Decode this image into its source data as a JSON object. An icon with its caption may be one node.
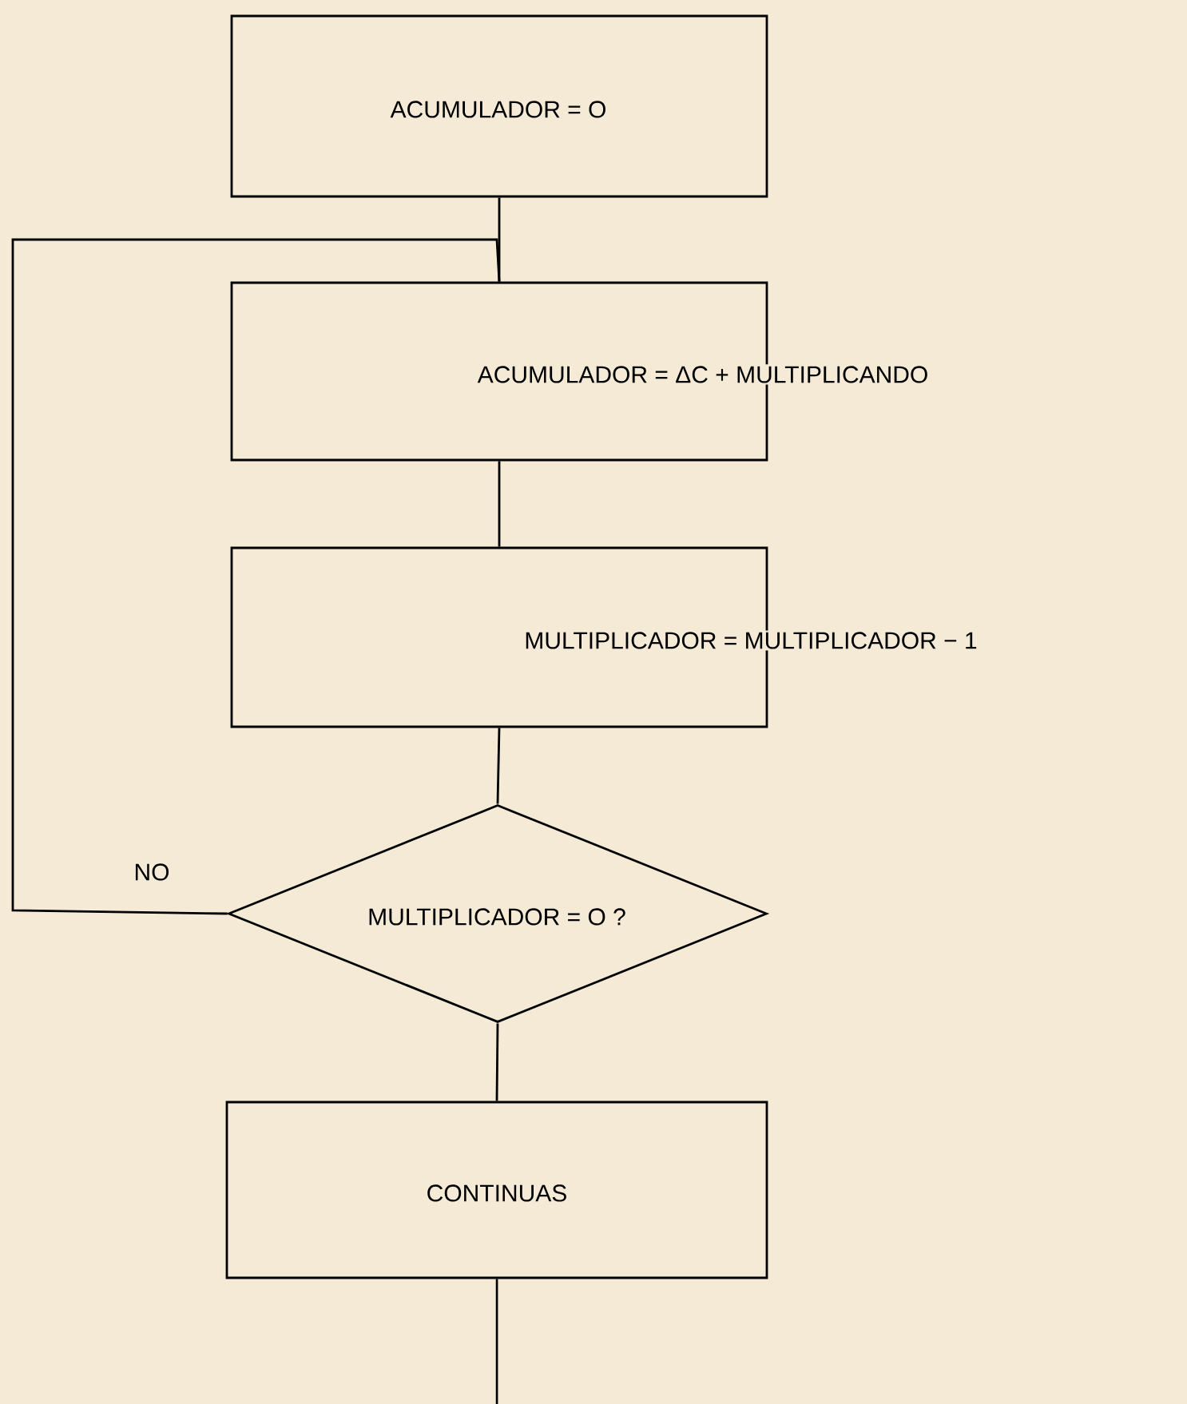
{
  "diagram": {
    "nodes": [
      {
        "text": [
          "ACUMULADOR = O"
        ]
      },
      {
        "text": [
          "ACUMULADOR = ΔC + MULTIPLICANDO"
        ]
      },
      {
        "text": [
          "MULTIPLICADOR = MULTIPLICADOR − 1"
        ]
      },
      {
        "text": [
          "MULTIPLICADOR = O ?"
        ]
      },
      {
        "text": [
          "CONTINUAS"
        ]
      }
    ],
    "edges": [
      {
        "from": 0,
        "to": 1,
        "arrow": "none"
      },
      {
        "from": 1,
        "to": 2,
        "arrow": "none"
      },
      {
        "from": 2,
        "to": 3,
        "arrow": "none"
      },
      {
        "from": 3,
        "to": 4,
        "arrow": "none"
      },
      {
        "from": 3,
        "to": 1,
        "arrow": "none",
        "label": "NO"
      },
      {
        "from": 4,
        "to": null,
        "arrow": "none"
      }
    ]
  }
}
